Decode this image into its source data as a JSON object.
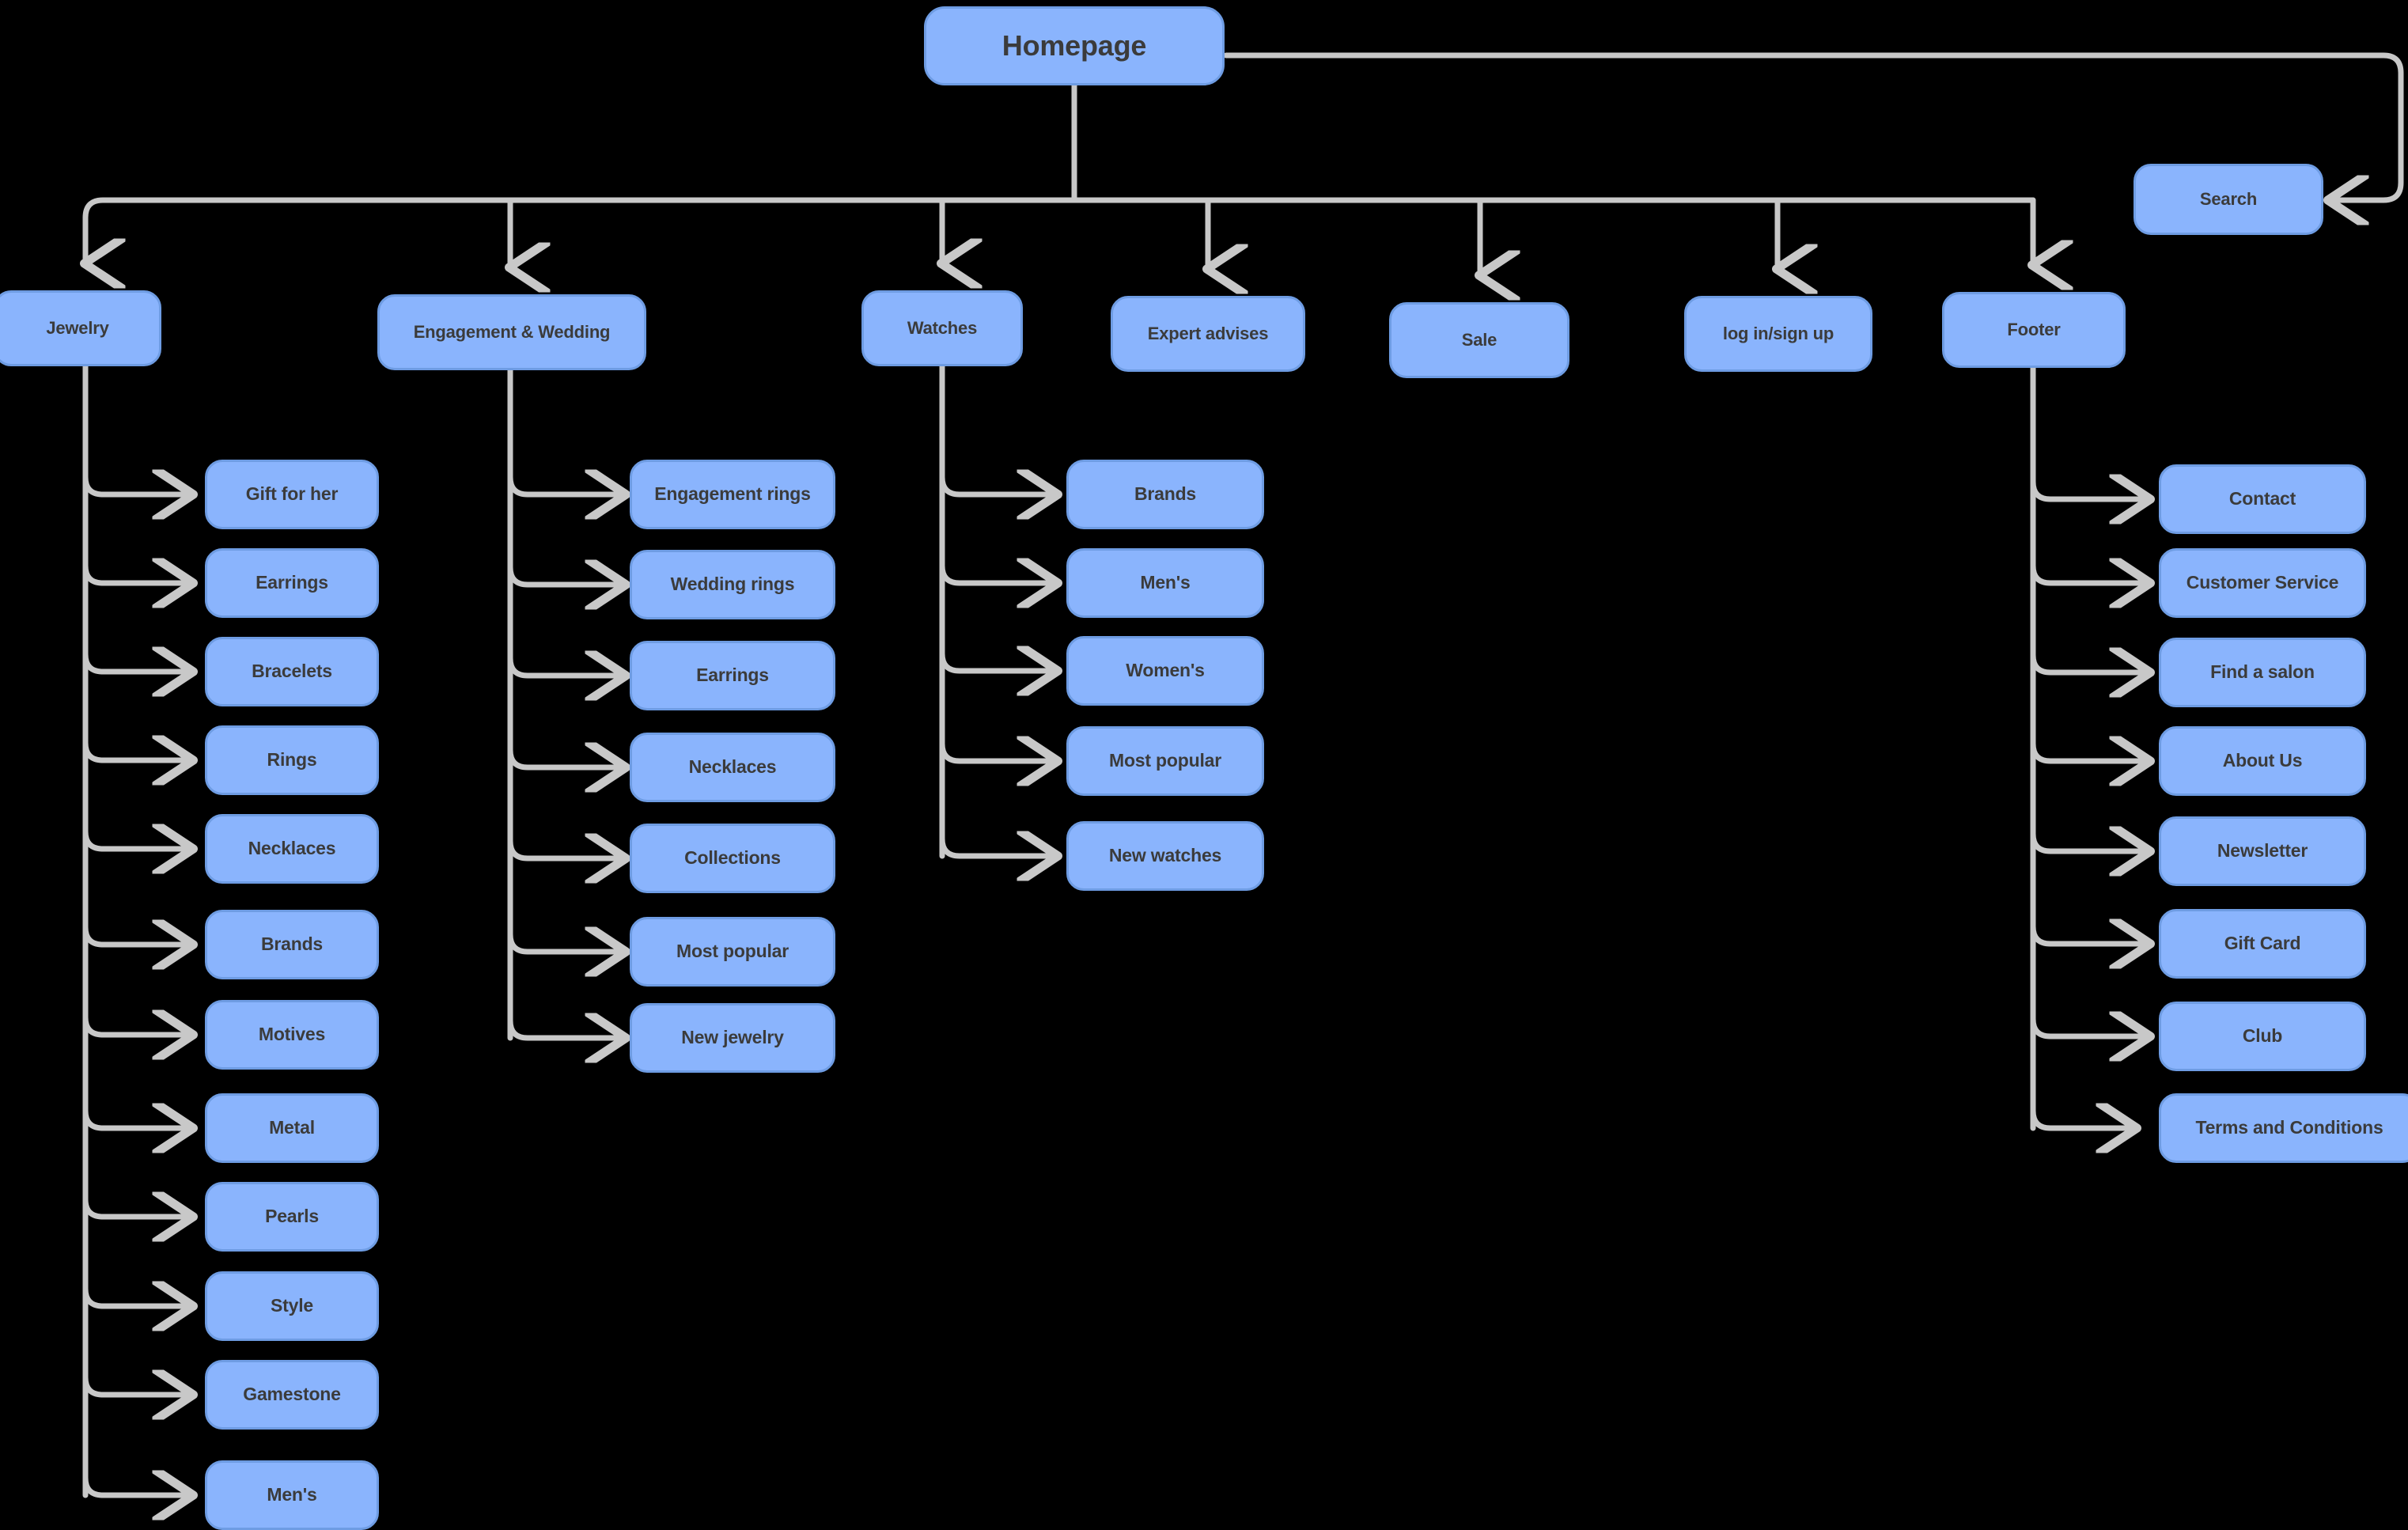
{
  "diagram": {
    "title_node": "Homepage",
    "type": "sitemap",
    "background_color": "#000000",
    "node_fill": "#8ab4fd",
    "node_border": "#6e9ce3",
    "node_text_color": "#3b3b3b",
    "connector_color": "#c8c8c8"
  },
  "root": {
    "label": "Homepage"
  },
  "aux": {
    "search": "Search"
  },
  "level1": [
    {
      "label": "Jewelry"
    },
    {
      "label": "Engagement & Wedding"
    },
    {
      "label": "Watches"
    },
    {
      "label": "Expert advises"
    },
    {
      "label": "Sale"
    },
    {
      "label": "log in/sign up"
    },
    {
      "label": "Footer"
    }
  ],
  "jewelry_children": [
    {
      "label": "Gift for her"
    },
    {
      "label": "Earrings"
    },
    {
      "label": "Bracelets"
    },
    {
      "label": "Rings"
    },
    {
      "label": "Necklaces"
    },
    {
      "label": "Brands"
    },
    {
      "label": "Motives"
    },
    {
      "label": "Metal"
    },
    {
      "label": "Pearls"
    },
    {
      "label": "Style"
    },
    {
      "label": "Gamestone"
    },
    {
      "label": "Men's"
    }
  ],
  "engagement_children": [
    {
      "label": "Engagement rings"
    },
    {
      "label": "Wedding rings"
    },
    {
      "label": "Earrings"
    },
    {
      "label": "Necklaces"
    },
    {
      "label": "Collections"
    },
    {
      "label": "Most popular"
    },
    {
      "label": "New jewelry"
    }
  ],
  "watches_children": [
    {
      "label": "Brands"
    },
    {
      "label": "Men's"
    },
    {
      "label": "Women's"
    },
    {
      "label": "Most popular"
    },
    {
      "label": "New watches"
    }
  ],
  "footer_children": [
    {
      "label": "Contact"
    },
    {
      "label": "Customer Service"
    },
    {
      "label": "Find a salon"
    },
    {
      "label": "About Us"
    },
    {
      "label": "Newsletter"
    },
    {
      "label": "Gift Card"
    },
    {
      "label": "Club"
    },
    {
      "label": "Terms and Conditions"
    }
  ]
}
